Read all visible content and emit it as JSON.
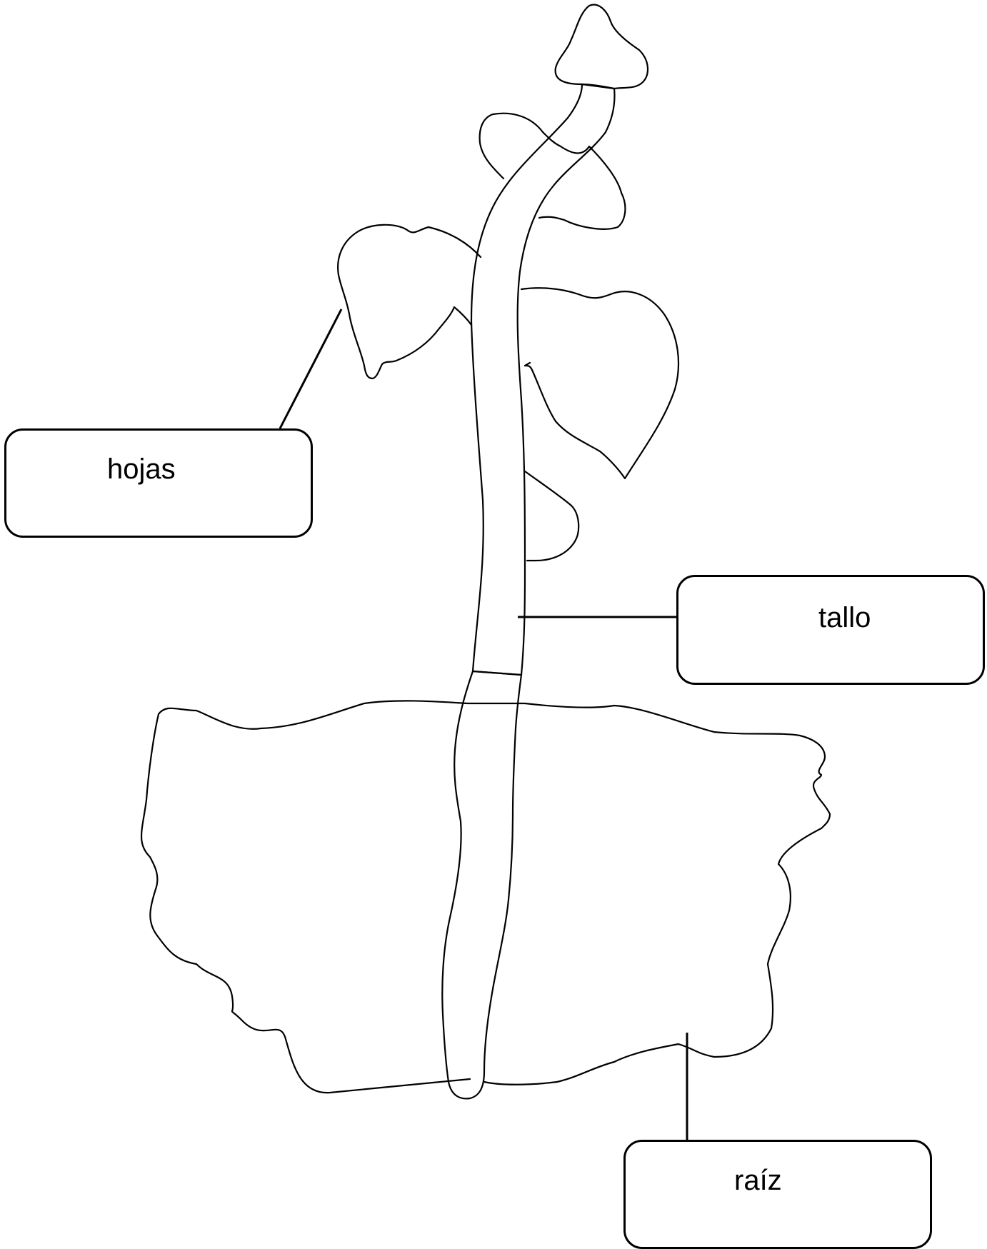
{
  "diagram": {
    "labels": {
      "leaves": "hojas",
      "stem": "tallo",
      "root": "raíz"
    },
    "colors": {
      "line": "#000000",
      "background": "#ffffff"
    }
  }
}
